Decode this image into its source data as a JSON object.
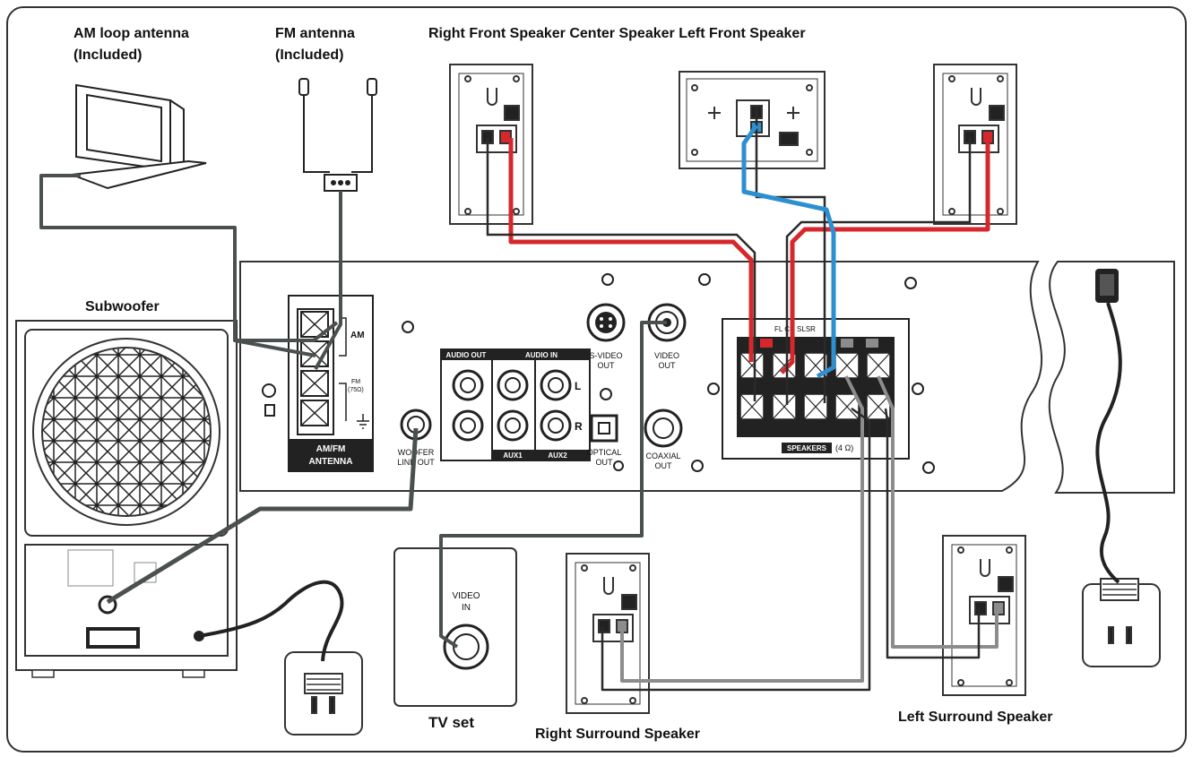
{
  "labels": {
    "am_antenna_line1": "AM loop antenna",
    "am_antenna_line2": "(Included)",
    "fm_antenna_line1": "FM antenna",
    "fm_antenna_line2": "(Included)",
    "front_speakers": "Right Front Speaker Center Speaker Left Front Speaker",
    "subwoofer": "Subwoofer",
    "tv_set": "TV set",
    "right_surround": "Right Surround Speaker",
    "left_surround": "Left Surround Speaker"
  },
  "panel": {
    "am": "AM",
    "fm_line1": "FM",
    "fm_line2": "(75Ω)",
    "antenna_line1": "AM/FM",
    "antenna_line2": "ANTENNA",
    "woofer_line1": "WOOFER",
    "woofer_line2": "LINE OUT",
    "audio_out": "AUDIO OUT",
    "audio_in": "AUDIO IN",
    "l": "L",
    "r": "R",
    "aux1": "AUX1",
    "aux2": "AUX2",
    "svideo_line1": "S-VIDEO",
    "svideo_line2": "OUT",
    "video_out_line1": "VIDEO",
    "video_out_line2": "OUT",
    "optical_line1": "OPTICAL",
    "optical_line2": "OUT",
    "coaxial_line1": "COAXIAL",
    "coaxial_line2": "OUT",
    "speaker_channels": "FL CR SLSR",
    "speakers": "SPEAKERS",
    "ohms": "(4 Ω)"
  },
  "tv": {
    "video_in_line1": "VIDEO",
    "video_in_line2": "IN"
  },
  "colors": {
    "red_wire": "#d6282c",
    "blue_wire": "#2e8fd0",
    "black_wire": "#2a2a2a",
    "gray_wire": "#8c8c8c",
    "dark_cable": "#4a5050"
  }
}
